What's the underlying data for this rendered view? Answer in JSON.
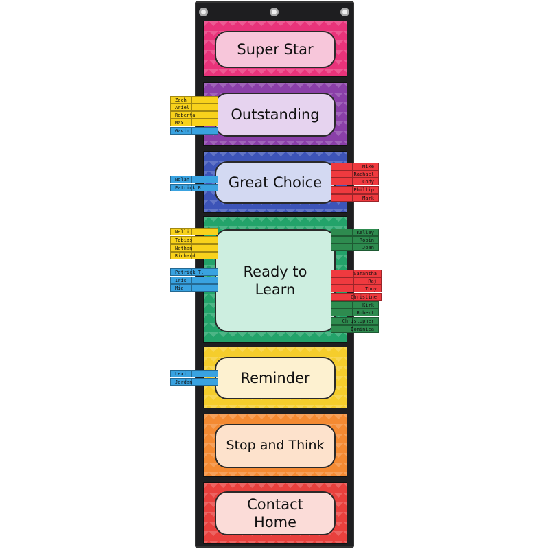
{
  "chart": {
    "background": "#1e1e20",
    "grommets": 3
  },
  "cards": [
    {
      "label": "Super Star",
      "color": "#e8337a",
      "label_bg": "#f7c6da"
    },
    {
      "label": "Outstanding",
      "color": "#8a3fa8",
      "label_bg": "#e6d3ef"
    },
    {
      "label": "Great Choice",
      "color": "#3d54b8",
      "label_bg": "#d3d9f2"
    },
    {
      "label": "Ready to Learn",
      "color": "#23a36a",
      "label_bg": "#cdeee0"
    },
    {
      "label": "Reminder",
      "color": "#f5cd2c",
      "label_bg": "#fdf1d0"
    },
    {
      "label": "Stop and Think",
      "color": "#f48a32",
      "label_bg": "#fde2cc"
    },
    {
      "label": "Contact Home",
      "color": "#e8403d",
      "label_bg": "#fbdcd8"
    }
  ],
  "clips": {
    "outstanding_left": [
      "Zach",
      "Ariel",
      "Roberta",
      "Max",
      "Gavin"
    ],
    "great_choice_left": [
      "Nolan",
      "Patrick R."
    ],
    "great_choice_right": [
      "Mike",
      "Rachael",
      "Cody",
      "Phillip",
      "Mark"
    ],
    "ready_left_yellow": [
      "Nelli",
      "Tobias",
      "Nathan",
      "Richard"
    ],
    "ready_left_blue": [
      "Patrick T.",
      "Iris",
      "Mia"
    ],
    "ready_right_green_top": [
      "Kelley",
      "Robin",
      "Joan"
    ],
    "ready_right_red": [
      "Samantha",
      "Raj",
      "Tony",
      "Christine"
    ],
    "ready_right_green_bottom": [
      "Kirk",
      "Robert",
      "Christopher",
      "Dominica"
    ],
    "reminder_left": [
      "Lexi",
      "Jordan"
    ]
  },
  "clip_colors": {
    "yellow": "#f8d21c",
    "blue": "#39a2e0",
    "red": "#ef3a3f",
    "green": "#2e8b4f"
  }
}
